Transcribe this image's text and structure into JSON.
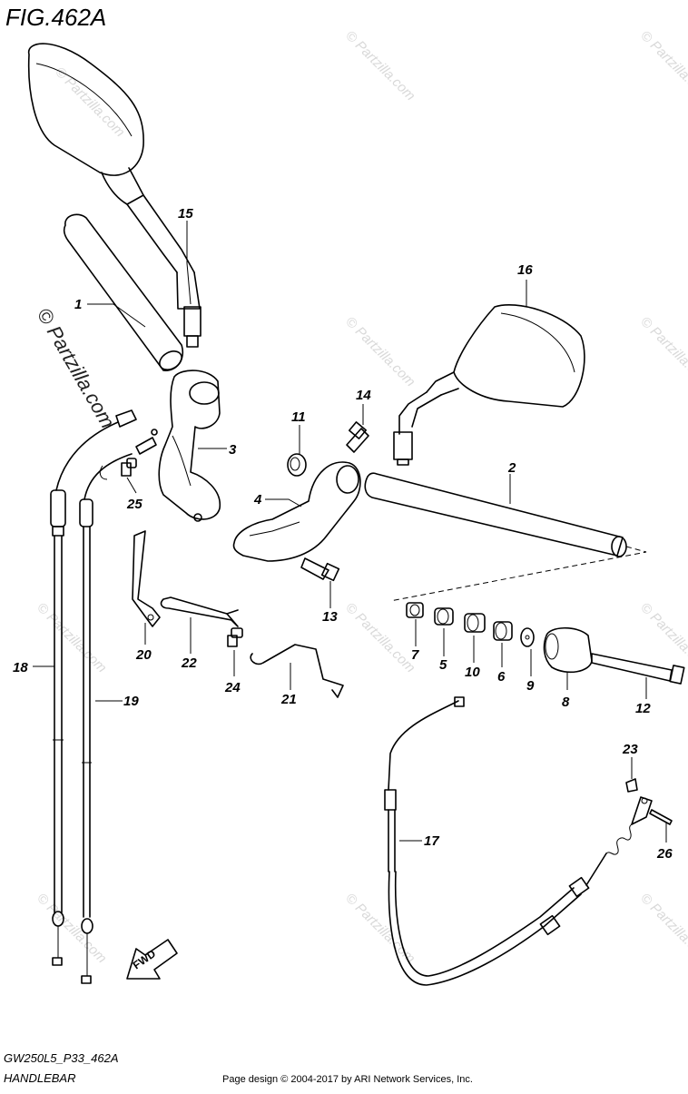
{
  "figure": {
    "title": "FIG.462A",
    "model_code": "GW250L5_P33_462A",
    "section_name": "HANDLEBAR",
    "credit": "Page design © 2004-2017 by ARI Network Services, Inc.",
    "copyright_mark": "© Partzilla.com",
    "watermark": "© Partzilla.com",
    "fwd_label": "FWD"
  },
  "callouts": [
    {
      "n": "1"
    },
    {
      "n": "2"
    },
    {
      "n": "3"
    },
    {
      "n": "4"
    },
    {
      "n": "5"
    },
    {
      "n": "6"
    },
    {
      "n": "7"
    },
    {
      "n": "8"
    },
    {
      "n": "9"
    },
    {
      "n": "10"
    },
    {
      "n": "11"
    },
    {
      "n": "12"
    },
    {
      "n": "13"
    },
    {
      "n": "14"
    },
    {
      "n": "15"
    },
    {
      "n": "16"
    },
    {
      "n": "17"
    },
    {
      "n": "18"
    },
    {
      "n": "19"
    },
    {
      "n": "20"
    },
    {
      "n": "21"
    },
    {
      "n": "22"
    },
    {
      "n": "23"
    },
    {
      "n": "24"
    },
    {
      "n": "25"
    },
    {
      "n": "26"
    }
  ]
}
